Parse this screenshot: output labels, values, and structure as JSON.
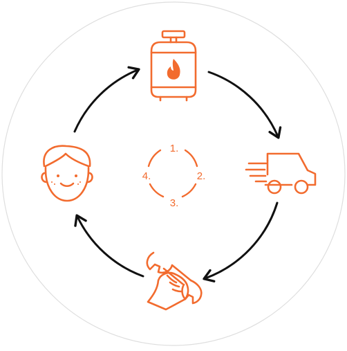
{
  "colors": {
    "accent": "#f26b2e",
    "arrow": "#111111",
    "border": "#dedede",
    "background": "#ffffff"
  },
  "center_cycle": {
    "step1": "1.",
    "step2": "2.",
    "step3": "3.",
    "step4": "4."
  },
  "icons": {
    "top": "gas-cylinder-icon",
    "right": "delivery-truck-icon",
    "bottom": "wrench-hand-icon",
    "left": "smiling-customer-icon"
  }
}
